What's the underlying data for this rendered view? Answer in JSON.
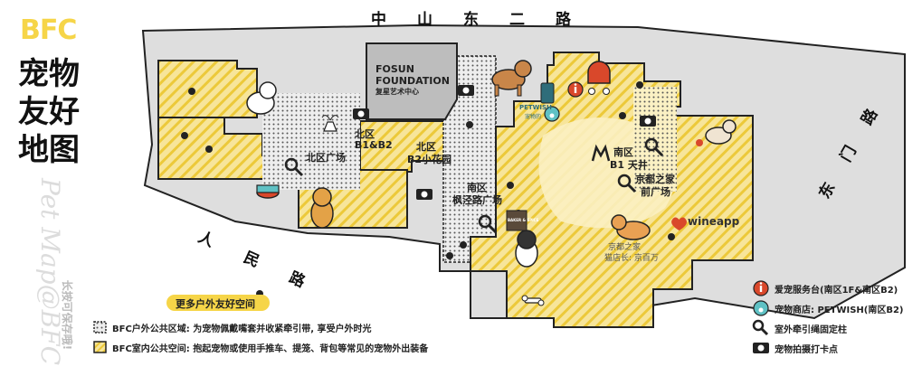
{
  "title": {
    "line1": "BFC",
    "line2": "宠物",
    "line3": "友好",
    "line4": "地图",
    "watermark": "Pet Map@BFC",
    "save_hint": "长按可保存哦!"
  },
  "roads": {
    "north": "中山东二路",
    "southwest": "人民路",
    "east": "东门路"
  },
  "labels": {
    "fosun_line1": "FOSUN",
    "fosun_line2": "FOUNDATION",
    "fosun_line3": "复星艺术中心",
    "north_square": "北区广场",
    "north_b1b2_line1": "北区",
    "north_b1b2_line2": "B1&B2",
    "north_b2_garden_line1": "北区",
    "north_b2_garden_line2": "B2小花园",
    "south_fengjing_line1": "南区",
    "south_fengjing_line2": "枫泾路广场",
    "south_atrium_line1": "南区",
    "south_atrium_line2": "B1 天井",
    "jingdu_square_line1": "京都之家",
    "jingdu_square_line2": "前广场",
    "petwish_shop": "PETWISH",
    "petwish_sub": "宠物的",
    "baker_spice": "BAKER & SPICE",
    "wineapp": "wineapp",
    "cat_caption_line1": "京都之家",
    "cat_caption_line2": "猫店长: 京百万",
    "m_logo": "M"
  },
  "legend": {
    "more_outdoor": "更多户外友好空间",
    "outdoor_public": "BFC户外公共区域: 为宠物佩戴嘴套并收紧牵引带, 享受户外时光",
    "indoor_public": "BFC室内公共空间: 抱起宠物或使用手推车、提笼、背包等常见的宠物外出装备",
    "service_desk": "爱宠服务台(南区1F&南区B2)",
    "pet_shop": "宠物商店: PETWISH(南区B2)",
    "leash_post": "室外牵引绳固定柱",
    "photo_spot": "宠物拍摄打卡点"
  },
  "colors": {
    "accent_yellow": "#f6d548",
    "zone_fill": "#f7e59a",
    "road_gray": "#dedede",
    "service_red": "#d9482b",
    "shop_teal": "#5fc1c4"
  }
}
